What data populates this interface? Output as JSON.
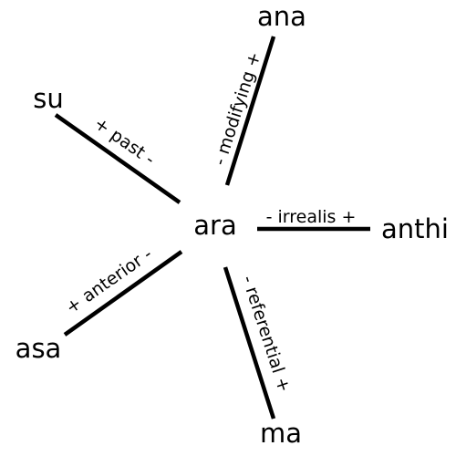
{
  "diagram": {
    "center": "ara",
    "nodes": {
      "ana": "ana",
      "su": "su",
      "anthi": "anthi",
      "asa": "asa",
      "ma": "ma"
    },
    "edges": {
      "modifying": "- modifying +",
      "past": "+ past -",
      "irrealis": "- irrealis +",
      "anterior": "+ anterior -",
      "referential": "- referential +"
    },
    "line_color": "#000000"
  }
}
